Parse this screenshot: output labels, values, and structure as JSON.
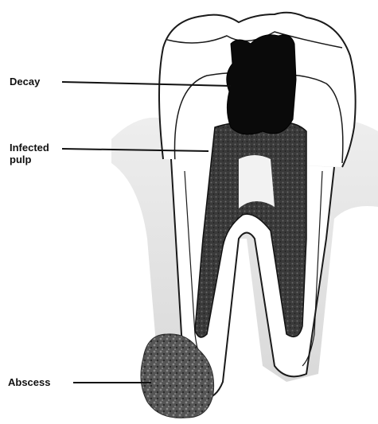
{
  "labels": {
    "decay": "Decay",
    "infected_pulp_line1": "Infected",
    "infected_pulp_line2": "pulp",
    "abscess": "Abscess"
  },
  "colors": {
    "outline": "#1a1a1a",
    "decay": "#0a0a0a",
    "infected_pulp": "#2b2b2b",
    "gum": "#e6e6e6",
    "background": "#ffffff"
  }
}
